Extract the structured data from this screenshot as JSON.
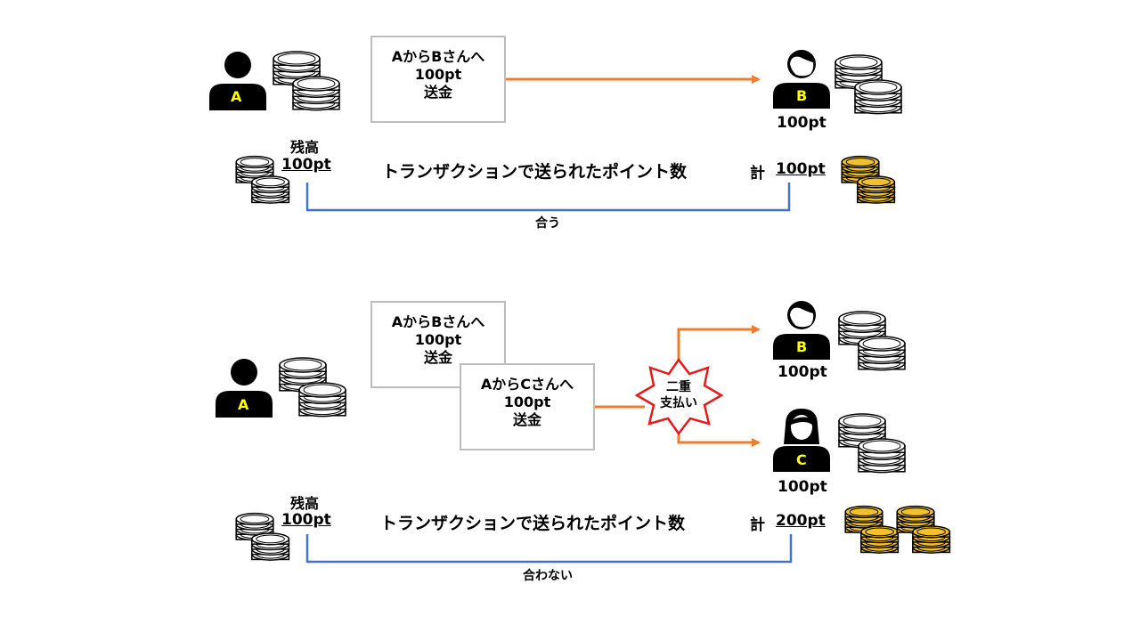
{
  "colors": {
    "arrow": "#ED7D31",
    "bracket": "#4472C4",
    "person_letter": "#FFFF00",
    "coin_gold": "#F2C12E",
    "burst": "#E41A1C",
    "box_border": "#BDBDBD"
  },
  "icons": [
    "person-icon",
    "coin-stack-icon",
    "explosion-burst-icon"
  ],
  "top": {
    "sender_letter": "A",
    "receiver_letter": "B",
    "tx_box": {
      "line1": "AからBさんへ",
      "line2": "100pt",
      "line3": "送金"
    },
    "receiver_amount": "100pt",
    "balance_label": "残高",
    "balance_value": "100pt",
    "caption": "トランザクションで送られたポイント数",
    "total_label": "計",
    "total_value": "100pt",
    "result": "合う",
    "gold_stacks": 1
  },
  "bottom": {
    "sender_letter": "A",
    "receiver_b_letter": "B",
    "receiver_c_letter": "C",
    "tx_box_1": {
      "line1": "AからBさんへ",
      "line2": "100pt",
      "line3": "送金"
    },
    "tx_box_2": {
      "line1": "AからCさんへ",
      "line2": "100pt",
      "line3": "送金"
    },
    "burst_text": {
      "line1": "二重",
      "line2": "支払い"
    },
    "receiver_b_amount": "100pt",
    "receiver_c_amount": "100pt",
    "balance_label": "残高",
    "balance_value": "100pt",
    "caption": "トランザクションで送られたポイント数",
    "total_label": "計",
    "total_value": "200pt",
    "result": "合わない",
    "gold_stacks": 2
  }
}
